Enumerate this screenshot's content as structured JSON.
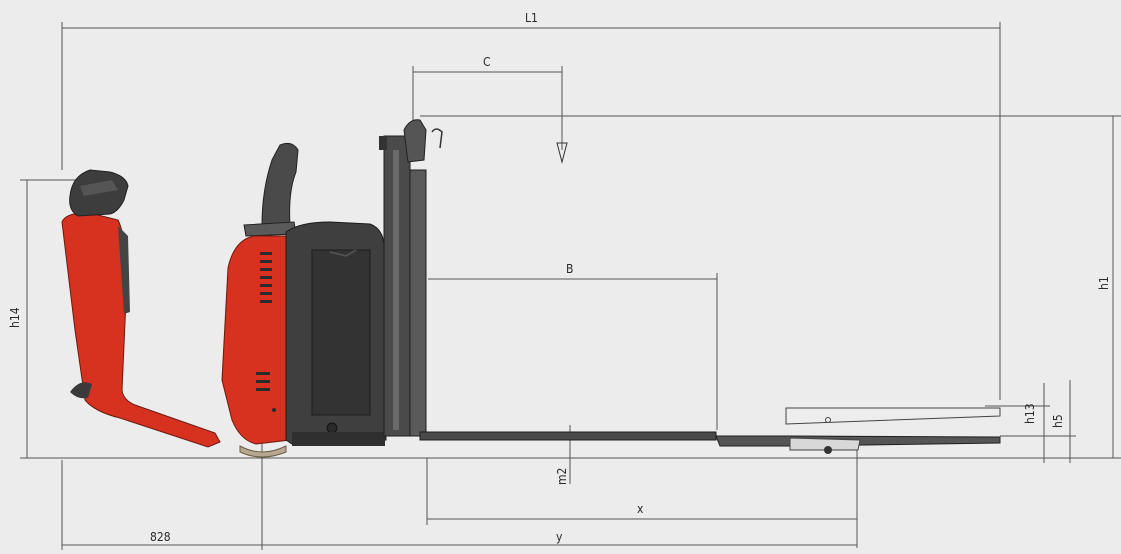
{
  "diagram": {
    "dimension_labels": {
      "L1": "L1",
      "C": "C",
      "B": "B",
      "h1": "h1",
      "h14": "h14",
      "h13": "h13",
      "h5": "h5",
      "m2": "m2",
      "x": "x",
      "y": "y",
      "d828": "828"
    }
  }
}
